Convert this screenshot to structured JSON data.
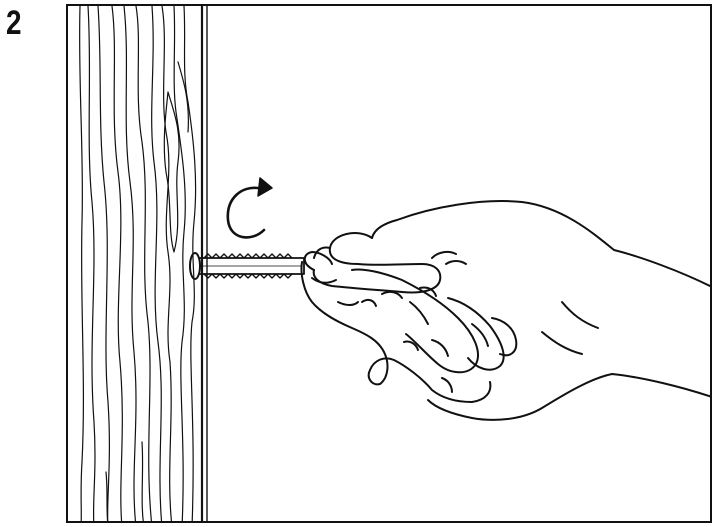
{
  "step": {
    "number": "2"
  },
  "illustration": {
    "subject": "hand-driving-screw-into-wood-post",
    "rotation_direction": "clockwise",
    "line_color": "#111111",
    "background_color": "#ffffff"
  }
}
